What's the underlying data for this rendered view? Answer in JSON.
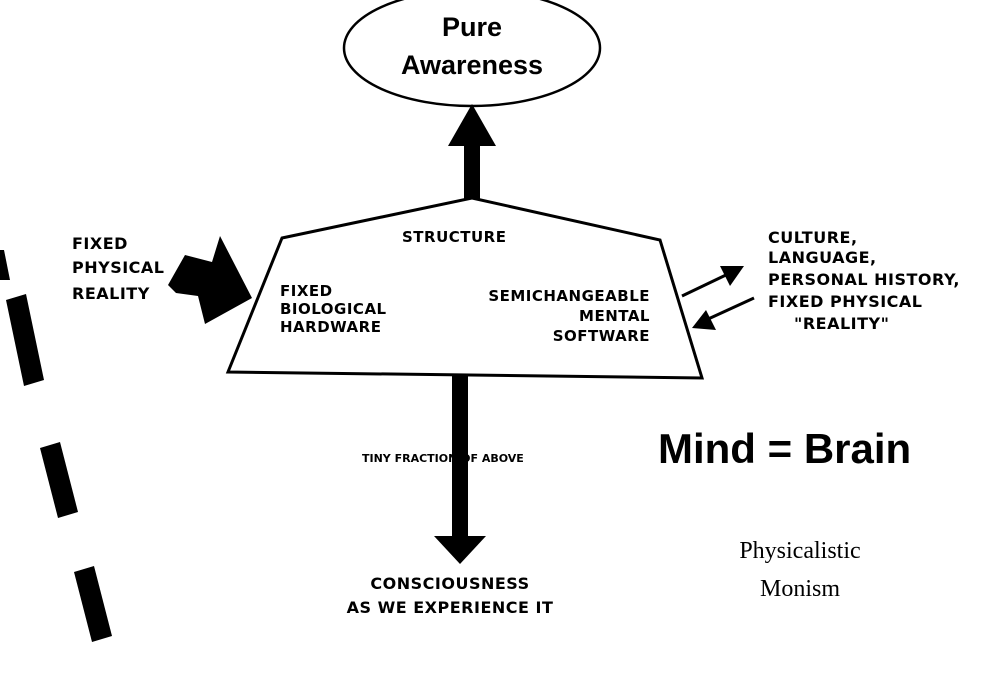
{
  "top_node": {
    "line1": "Pure",
    "line2": "Awareness"
  },
  "center": {
    "structure": "STRUCTURE",
    "hardware": [
      "FIXED",
      "BIOLOGICAL",
      "HARDWARE"
    ],
    "software": [
      "SEMICHANGEABLE",
      "MENTAL",
      "SOFTWARE"
    ]
  },
  "left_input": [
    "FIXED",
    "PHYSICAL",
    "REALITY"
  ],
  "right_inputs": [
    "CULTURE,",
    "LANGUAGE,",
    "PERSONAL HISTORY,",
    "FIXED PHYSICAL",
    "\"REALITY\""
  ],
  "down_label": "TINY FRACTION OF ABOVE",
  "bottom_node": {
    "line1": "CONSCIOUSNESS",
    "line2": "AS WE  EXPERIENCE IT"
  },
  "headline": "Mind = Brain",
  "caption": {
    "line1": "Physicalistic",
    "line2": "Monism"
  }
}
